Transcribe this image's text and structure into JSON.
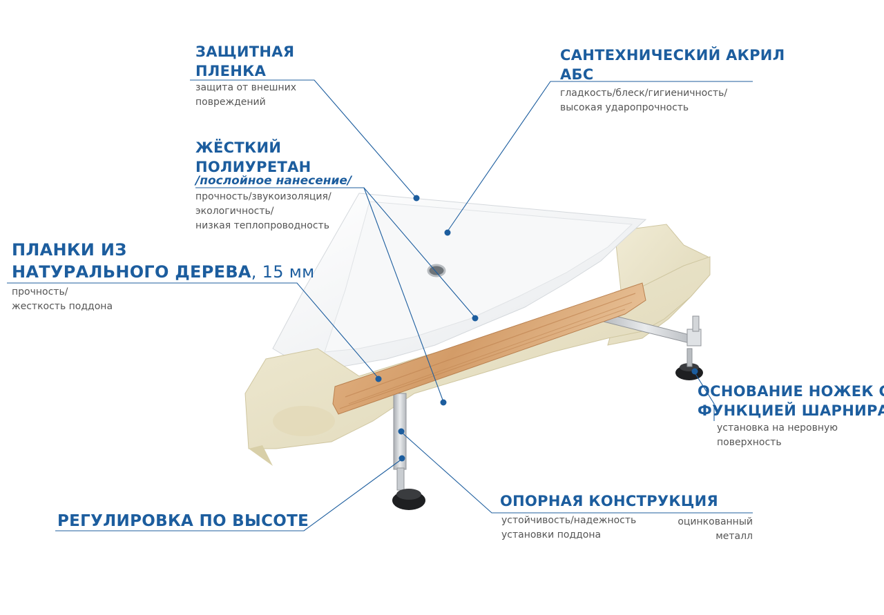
{
  "colors": {
    "accent": "#1c5d9e",
    "body_text": "#555555",
    "acrylic": "#f3f5f6",
    "polyurethane": "#ebe5cc",
    "wood": "#d9a676",
    "metal": "#c9ccd0"
  },
  "labels": {
    "protective_film": {
      "title_line1": "ЗАЩИТНАЯ",
      "title_line2": "ПЛЕНКА",
      "desc_line1": "защита от внешних",
      "desc_line2": "повреждений"
    },
    "acrylic": {
      "title_line1": "САНТЕХНИЧЕСКИЙ АКРИЛ",
      "title_line2": "АБС",
      "desc_line1": "гладкость/блеск/гигиеничность/",
      "desc_line2": "высокая ударопрочность"
    },
    "polyurethane": {
      "title_line1": "ЖЁСТКИЙ",
      "title_line2": "ПОЛИУРЕТАН",
      "title_line3": "/послойное нанесение/",
      "desc_line1": "прочность/звукоизоляция/",
      "desc_line2": "экологичность/",
      "desc_line3": "низкая теплопроводность"
    },
    "wood_slats": {
      "title_line1": "ПЛАНКИ ИЗ",
      "title_line2": "НАТУРАЛЬНОГО ДЕРЕВА",
      "title_suffix": ", 15 мм",
      "desc_line1": "прочность/",
      "desc_line2": "жесткость поддона"
    },
    "hinge_feet": {
      "title_line1": "ОСНОВАНИЕ НОЖЕК С",
      "title_line2": "ФУНКЦИЕЙ ШАРНИРА",
      "desc_line1": "установка на неровную",
      "desc_line2": "поверхность"
    },
    "support_frame": {
      "title": "ОПОРНАЯ КОНСТРУКЦИЯ",
      "desc_line1": "устойчивость/надежность",
      "desc_line2": "установки поддона",
      "metal_line1": "оцинкованный",
      "metal_line2": "металл"
    },
    "height_adjust": {
      "title": "РЕГУЛИРОВКА ПО ВЫСОТЕ"
    }
  }
}
